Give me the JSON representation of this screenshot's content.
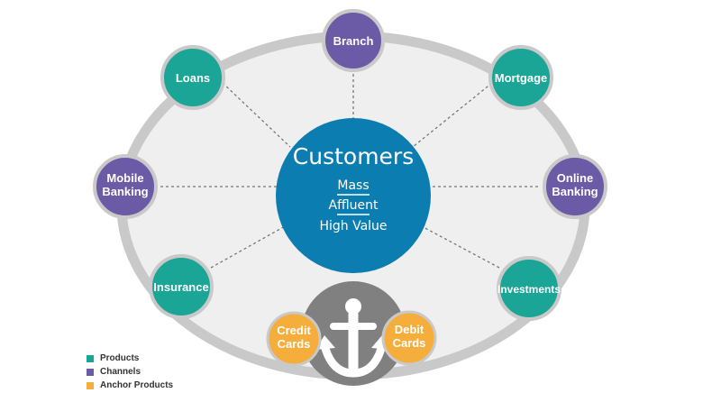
{
  "colors": {
    "product": "#1aa596",
    "channel": "#6b5aa6",
    "anchor_product": "#f5ad3c",
    "center": "#0b7db0",
    "ellipse_fill": "#efefef",
    "ellipse_ring": "#c9c9c9",
    "anchor_circle": "#808080"
  },
  "center": {
    "title": "Customers",
    "segments": [
      "Mass",
      "Affluent",
      "High Value"
    ]
  },
  "nodes": {
    "branch": {
      "lines": [
        "Branch"
      ],
      "type": "channel"
    },
    "loans": {
      "lines": [
        "Loans"
      ],
      "type": "product"
    },
    "mortgage": {
      "lines": [
        "Mortgage"
      ],
      "type": "product"
    },
    "mobile_banking": {
      "lines": [
        "Mobile",
        "Banking"
      ],
      "type": "channel"
    },
    "online_banking": {
      "lines": [
        "Online",
        "Banking"
      ],
      "type": "channel"
    },
    "insurance": {
      "lines": [
        "Insurance"
      ],
      "type": "product"
    },
    "investments": {
      "lines": [
        "Investments"
      ],
      "type": "product"
    },
    "credit_cards": {
      "lines": [
        "Credit",
        "Cards"
      ],
      "type": "anchor_product"
    },
    "debit_cards": {
      "lines": [
        "Debit",
        "Cards"
      ],
      "type": "anchor_product"
    }
  },
  "anchor": {
    "icon": "anchor-icon"
  },
  "legend": [
    {
      "label": "Products",
      "type": "product"
    },
    {
      "label": "Channels",
      "type": "channel"
    },
    {
      "label": "Anchor Products",
      "type": "anchor_product"
    }
  ]
}
